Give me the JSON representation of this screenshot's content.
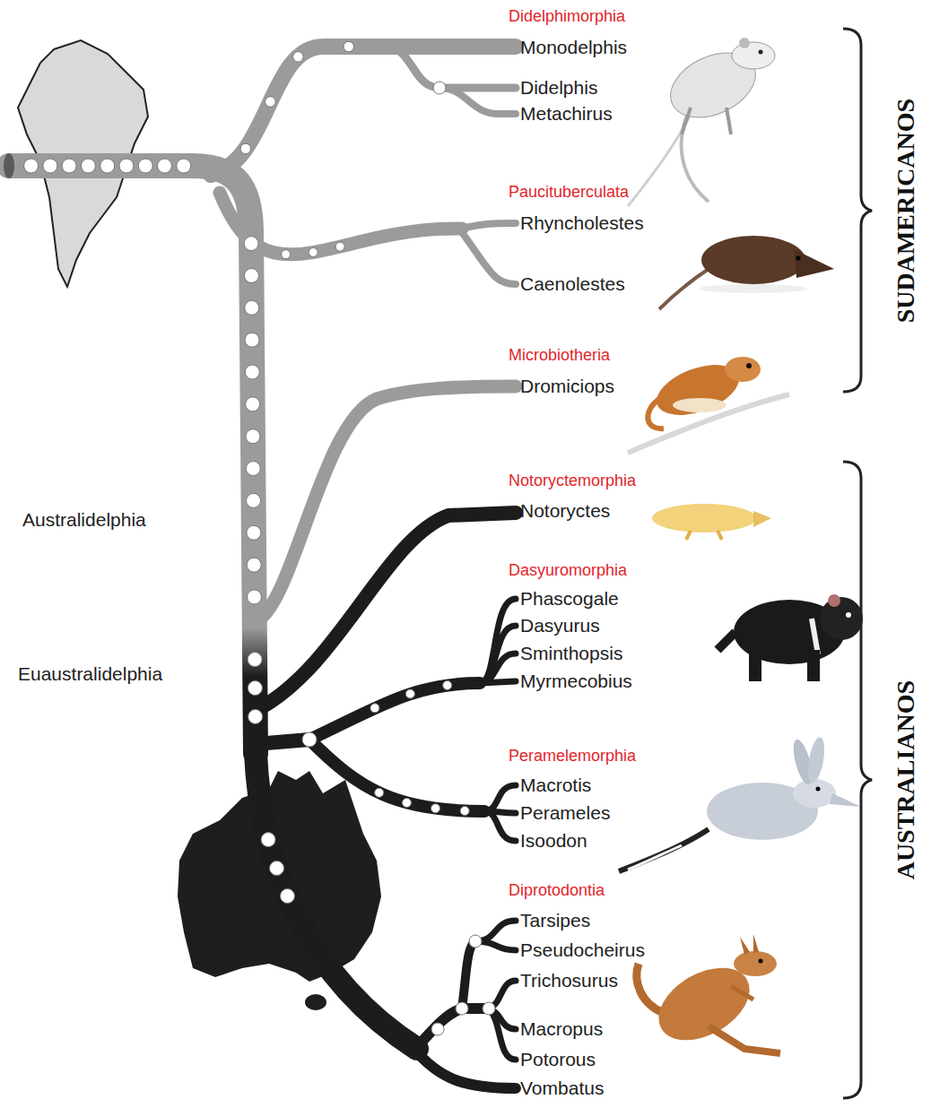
{
  "diagram": {
    "labels": [
      "Didelphimorphia",
      "Monodelphis",
      "Didelphis",
      "Metachirus",
      "Paucituberculata",
      "Rhyncholestes",
      "Caenolestes",
      "Microbiotheria",
      "Dromiciops",
      "Notoryctemorphia",
      "Notoryctes",
      "Dasyuromorphia",
      "Phascogale",
      "Dasyurus",
      "Sminthopsis",
      "Myrmecobius",
      "Peramelemorphia",
      "Macrotis",
      "Perameles",
      "Isoodon",
      "Diprotodontia",
      "Tarsipes",
      "Pseudocheirus",
      "Trichosurus",
      "Macropus",
      "Potorous",
      "Vombatus",
      "Australidelphia",
      "Euaustralidelphia",
      "SUDAMERICANOS",
      "AUSTRALIANOS"
    ]
  }
}
